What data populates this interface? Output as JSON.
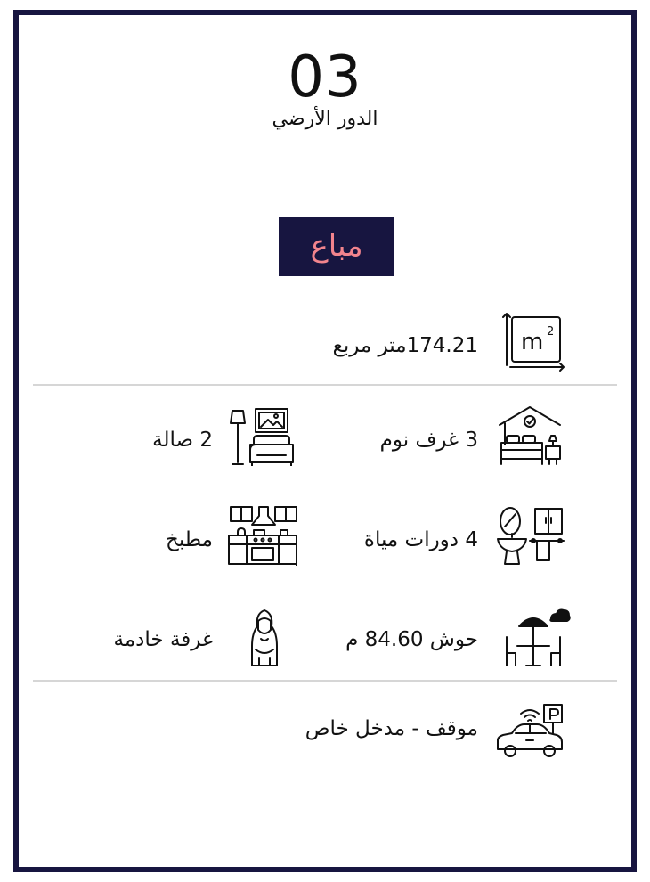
{
  "unit": {
    "number": "03",
    "floor": "الدور الأرضي",
    "status": "مباع"
  },
  "colors": {
    "frame": "#171540",
    "status_text": "#f2848d",
    "divider": "#d6d6d6"
  },
  "features": {
    "area": {
      "label": "174.21متر مربع",
      "icon": "area-m2-icon"
    },
    "bedrooms": {
      "label": "3 غرف نوم",
      "icon": "bedroom-icon"
    },
    "living": {
      "label": "2 صالة",
      "icon": "living-room-icon"
    },
    "bathrooms": {
      "label": "4 دورات مياة",
      "icon": "bathroom-icon"
    },
    "kitchen": {
      "label": "مطبخ",
      "icon": "kitchen-icon"
    },
    "yard": {
      "label": "حوش 84.60 م",
      "icon": "yard-icon"
    },
    "maid_room": {
      "label": "غرفة خادمة",
      "icon": "maid-icon"
    },
    "parking": {
      "label": "موقف - مدخل خاص",
      "icon": "parking-car-icon"
    }
  }
}
